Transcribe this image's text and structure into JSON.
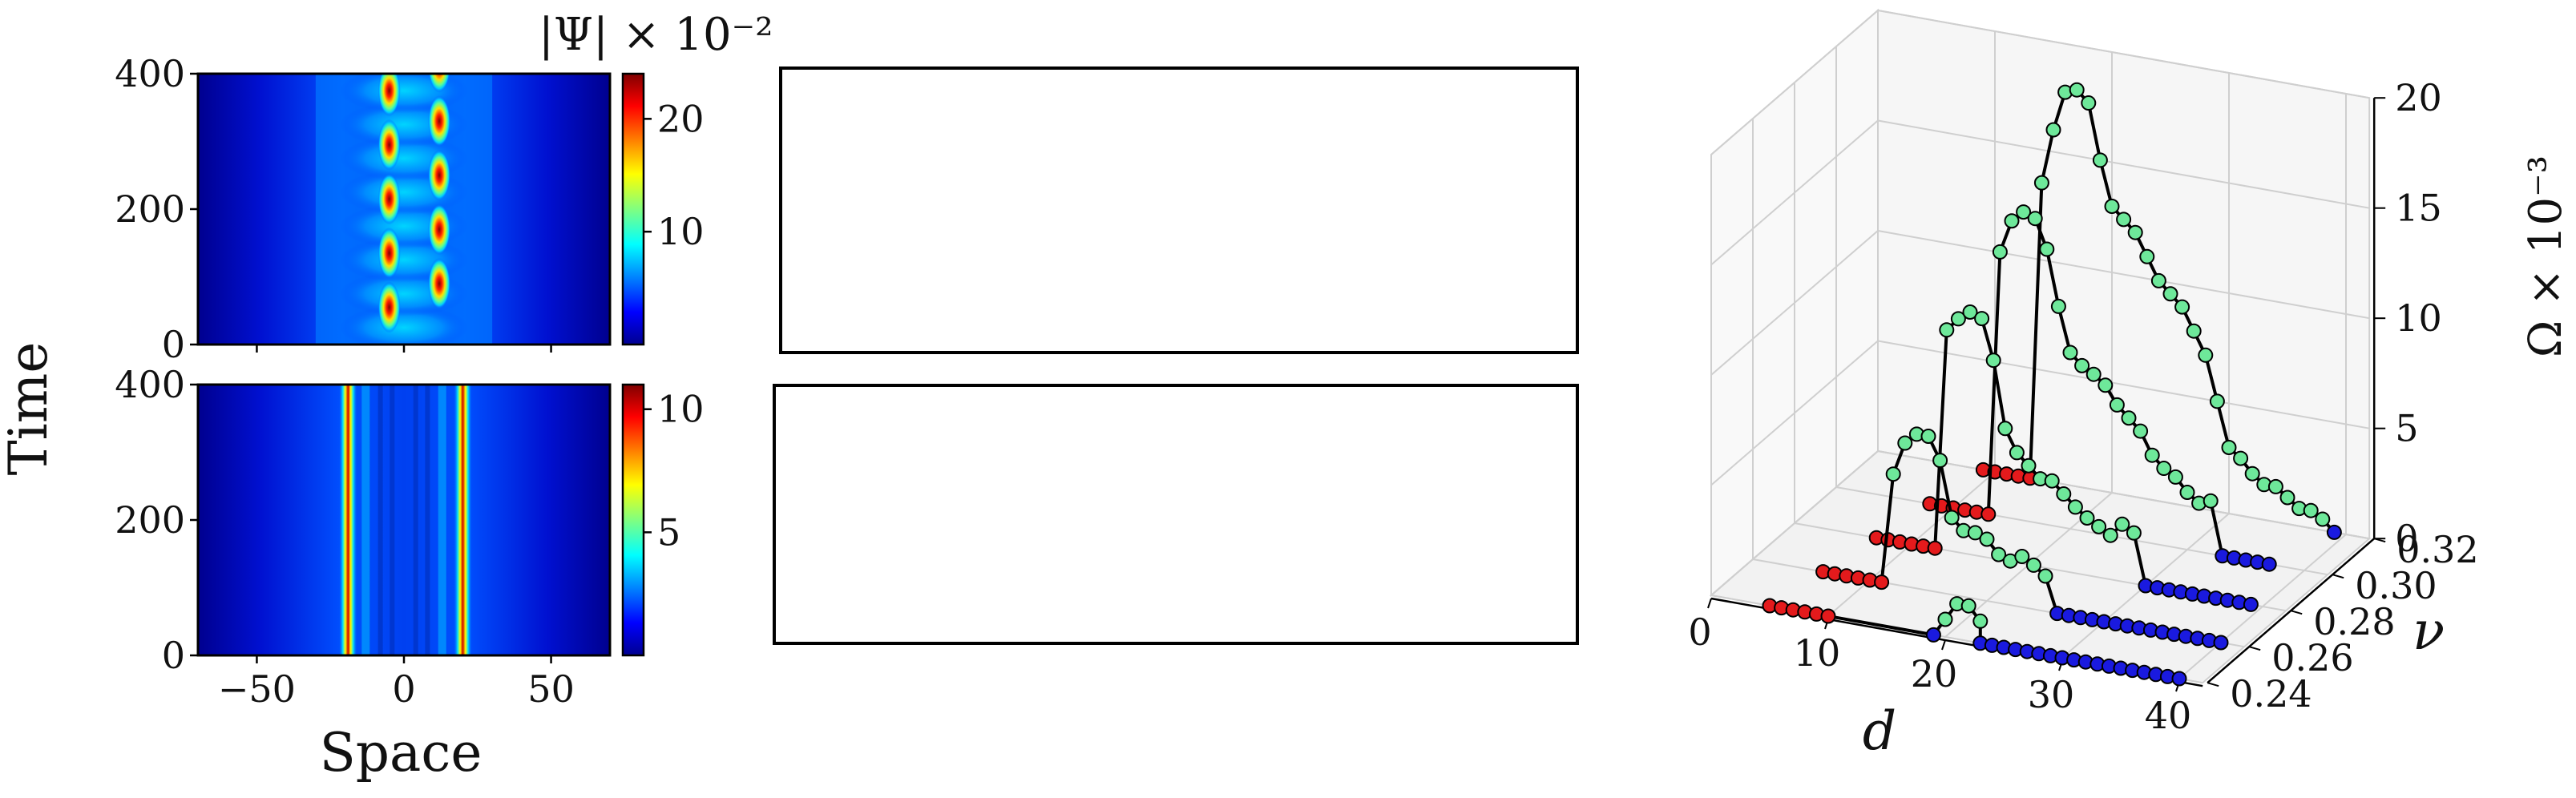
{
  "heatmaps": [
    {
      "colorbar_title": "|Ψ| × 10⁻²",
      "colorbar_ticks": [
        "10",
        "20"
      ],
      "y_ticks": [
        "0",
        "200",
        "400"
      ],
      "x_range": [
        -70,
        70
      ],
      "time_range": [
        0,
        400
      ],
      "value_range": [
        0,
        24
      ],
      "pattern": "oscillating"
    },
    {
      "colorbar_ticks": [
        "5",
        "10"
      ],
      "y_ticks": [
        "0",
        "200",
        "400"
      ],
      "x_ticks": [
        "−50",
        "0",
        "50"
      ],
      "x_range": [
        -70,
        70
      ],
      "time_range": [
        0,
        400
      ],
      "value_range": [
        0,
        11
      ],
      "pattern": "stationary"
    }
  ],
  "shared": {
    "y_label": "Time",
    "x_label": "Space"
  },
  "colors": {
    "stable_red": "#e41a1c",
    "unstable_blue": "#1a1adf",
    "oscillatory_green": "#6ee89a",
    "panel_border": "#000000"
  },
  "chart_data": {
    "type": "scatter3d",
    "xlabel": "d",
    "ylabel": "ν",
    "zlabel": "Ω × 10⁻³",
    "x_ticks": [
      "0",
      "10",
      "20",
      "30",
      "40"
    ],
    "y_ticks": [
      "0.24",
      "0.26",
      "0.28",
      "0.30",
      "0.32"
    ],
    "z_ticks": [
      "0",
      "5",
      "10",
      "15",
      "20"
    ],
    "xlim": [
      0,
      42
    ],
    "ylim": [
      0.24,
      0.32
    ],
    "zlim": [
      0,
      20
    ],
    "grid": true,
    "series": [
      {
        "nu": 0.24,
        "red": [
          5,
          6,
          7,
          8,
          9,
          10
        ],
        "green": [
          [
            20,
            0.8
          ],
          [
            21,
            1.6
          ],
          [
            22,
            1.6
          ],
          [
            23,
            1.0
          ]
        ],
        "blue": [
          19,
          23,
          24,
          25,
          26,
          27,
          28,
          29,
          30,
          31,
          32,
          33,
          34,
          35,
          36,
          37,
          38,
          39,
          40
        ]
      },
      {
        "nu": 0.26,
        "red": [
          6,
          7,
          8,
          9,
          10,
          11
        ],
        "green": [
          [
            12,
            5.0
          ],
          [
            13,
            6.5
          ],
          [
            14,
            7.0
          ],
          [
            15,
            7.0
          ],
          [
            16,
            6.0
          ],
          [
            17,
            3.5
          ],
          [
            18,
            3.0
          ],
          [
            19,
            3.0
          ],
          [
            20,
            2.8
          ],
          [
            21,
            2.2
          ],
          [
            22,
            2.0
          ],
          [
            23,
            2.3
          ],
          [
            24,
            2.0
          ],
          [
            25,
            1.6
          ]
        ],
        "blue": [
          26,
          27,
          28,
          29,
          30,
          31,
          32,
          33,
          34,
          35,
          36,
          37,
          38,
          39,
          40
        ]
      },
      {
        "nu": 0.28,
        "red": [
          7,
          8,
          9,
          10,
          11,
          12
        ],
        "green": [
          [
            13,
            10.0
          ],
          [
            14,
            10.6
          ],
          [
            15,
            11.0
          ],
          [
            16,
            10.8
          ],
          [
            17,
            9.0
          ],
          [
            18,
            6.0
          ],
          [
            19,
            5.0
          ],
          [
            20,
            4.5
          ],
          [
            21,
            4.0
          ],
          [
            22,
            4.0
          ],
          [
            23,
            3.5
          ],
          [
            24,
            3.0
          ],
          [
            25,
            2.6
          ],
          [
            26,
            2.3
          ],
          [
            27,
            2.0
          ],
          [
            28,
            2.6
          ],
          [
            29,
            2.3
          ]
        ],
        "blue": [
          30,
          31,
          32,
          33,
          34,
          35,
          36,
          37,
          38,
          39
        ]
      },
      {
        "nu": 0.3,
        "red": [
          8,
          9,
          10,
          11,
          12,
          13
        ],
        "green": [
          [
            14,
            12.0
          ],
          [
            15,
            13.5
          ],
          [
            16,
            14.0
          ],
          [
            17,
            13.8
          ],
          [
            18,
            12.5
          ],
          [
            19,
            10.0
          ],
          [
            20,
            8.0
          ],
          [
            21,
            7.5
          ],
          [
            22,
            7.2
          ],
          [
            23,
            6.8
          ],
          [
            24,
            6.0
          ],
          [
            25,
            5.5
          ],
          [
            26,
            5.0
          ],
          [
            27,
            4.0
          ],
          [
            28,
            3.5
          ],
          [
            29,
            3.2
          ],
          [
            30,
            2.6
          ],
          [
            31,
            2.2
          ],
          [
            32,
            2.4
          ]
        ],
        "blue": [
          33,
          34,
          35,
          36,
          37
        ]
      },
      {
        "nu": 0.32,
        "red": [
          9,
          10,
          11,
          12,
          13
        ],
        "green": [
          [
            14,
            13.5
          ],
          [
            15,
            16.0
          ],
          [
            16,
            17.8
          ],
          [
            17,
            18.0
          ],
          [
            18,
            17.5
          ],
          [
            19,
            15.0
          ],
          [
            20,
            13.0
          ],
          [
            21,
            12.5
          ],
          [
            22,
            12.0
          ],
          [
            23,
            11.0
          ],
          [
            24,
            10.0
          ],
          [
            25,
            9.5
          ],
          [
            26,
            9.0
          ],
          [
            27,
            8.0
          ],
          [
            28,
            7.0
          ],
          [
            29,
            5.0
          ],
          [
            30,
            3.0
          ],
          [
            31,
            2.6
          ],
          [
            32,
            2.0
          ],
          [
            33,
            1.6
          ],
          [
            34,
            1.6
          ],
          [
            35,
            1.2
          ],
          [
            36,
            0.8
          ],
          [
            37,
            0.8
          ],
          [
            38,
            0.5
          ]
        ],
        "blue": [
          39
        ]
      }
    ]
  }
}
